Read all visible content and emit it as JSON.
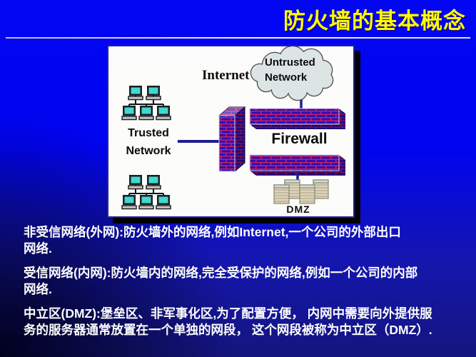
{
  "slide": {
    "title": "防火墙的基本概念",
    "paragraphs": [
      {
        "lines": [
          "非受信网络(外网):防火墙外的网络,例如Internet,一个公司的外部出口",
          "网络."
        ]
      },
      {
        "lines": [
          "受信网络(内网):防火墙内的网络,完全受保护的网络,例如一个公司的内部",
          "网络."
        ]
      },
      {
        "lines": [
          "中立区(DMZ):堡垒区、非军事化区,为了配置方便， 内网中需要向外提供服",
          "务的服务器通常放置在一个单独的网段， 这个网段被称为中立区（DMZ）."
        ]
      }
    ]
  },
  "diagram": {
    "labels": {
      "internet": "Internet",
      "untrusted": [
        "Untrusted",
        "Network"
      ],
      "trusted": [
        "Trusted",
        "Network"
      ],
      "firewall": "Firewall",
      "dmz": "DMZ"
    },
    "colors": {
      "slide_background_top": "#0105f2",
      "slide_background_bottom": "#15157e",
      "title_text": "#ffff02",
      "body_text": "#ffffff",
      "diagram_background": "#fcfcfa",
      "brick_base": "#2a10b8",
      "brick_mortar": "#d1205a",
      "cloud_fill": "#dde4e4",
      "connector_line": "#1d1d8f",
      "monitor_screen": "#40d8d0",
      "server_fill": "#ddd4bc"
    }
  }
}
